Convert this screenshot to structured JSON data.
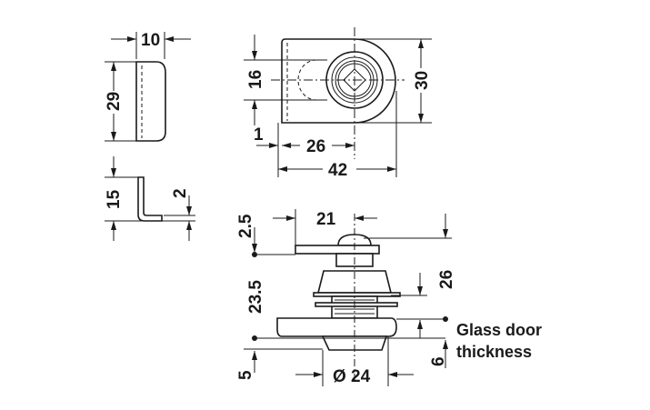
{
  "drawing": {
    "strike_plate": {
      "width": "10",
      "height": "29"
    },
    "bracket": {
      "height": "15",
      "thickness": "2"
    },
    "front_view": {
      "center_height": "16",
      "height": "30",
      "offset": "1",
      "center_distance": "26",
      "width": "42"
    },
    "side_view": {
      "lever_thickness": "2.5",
      "lever_length": "21",
      "total_height": "26",
      "body_height": "23.5",
      "bottom": "5",
      "flange": "6",
      "diameter": "Ø 24"
    },
    "glass_label_line1": "Glass door",
    "glass_label_line2": "thickness"
  }
}
